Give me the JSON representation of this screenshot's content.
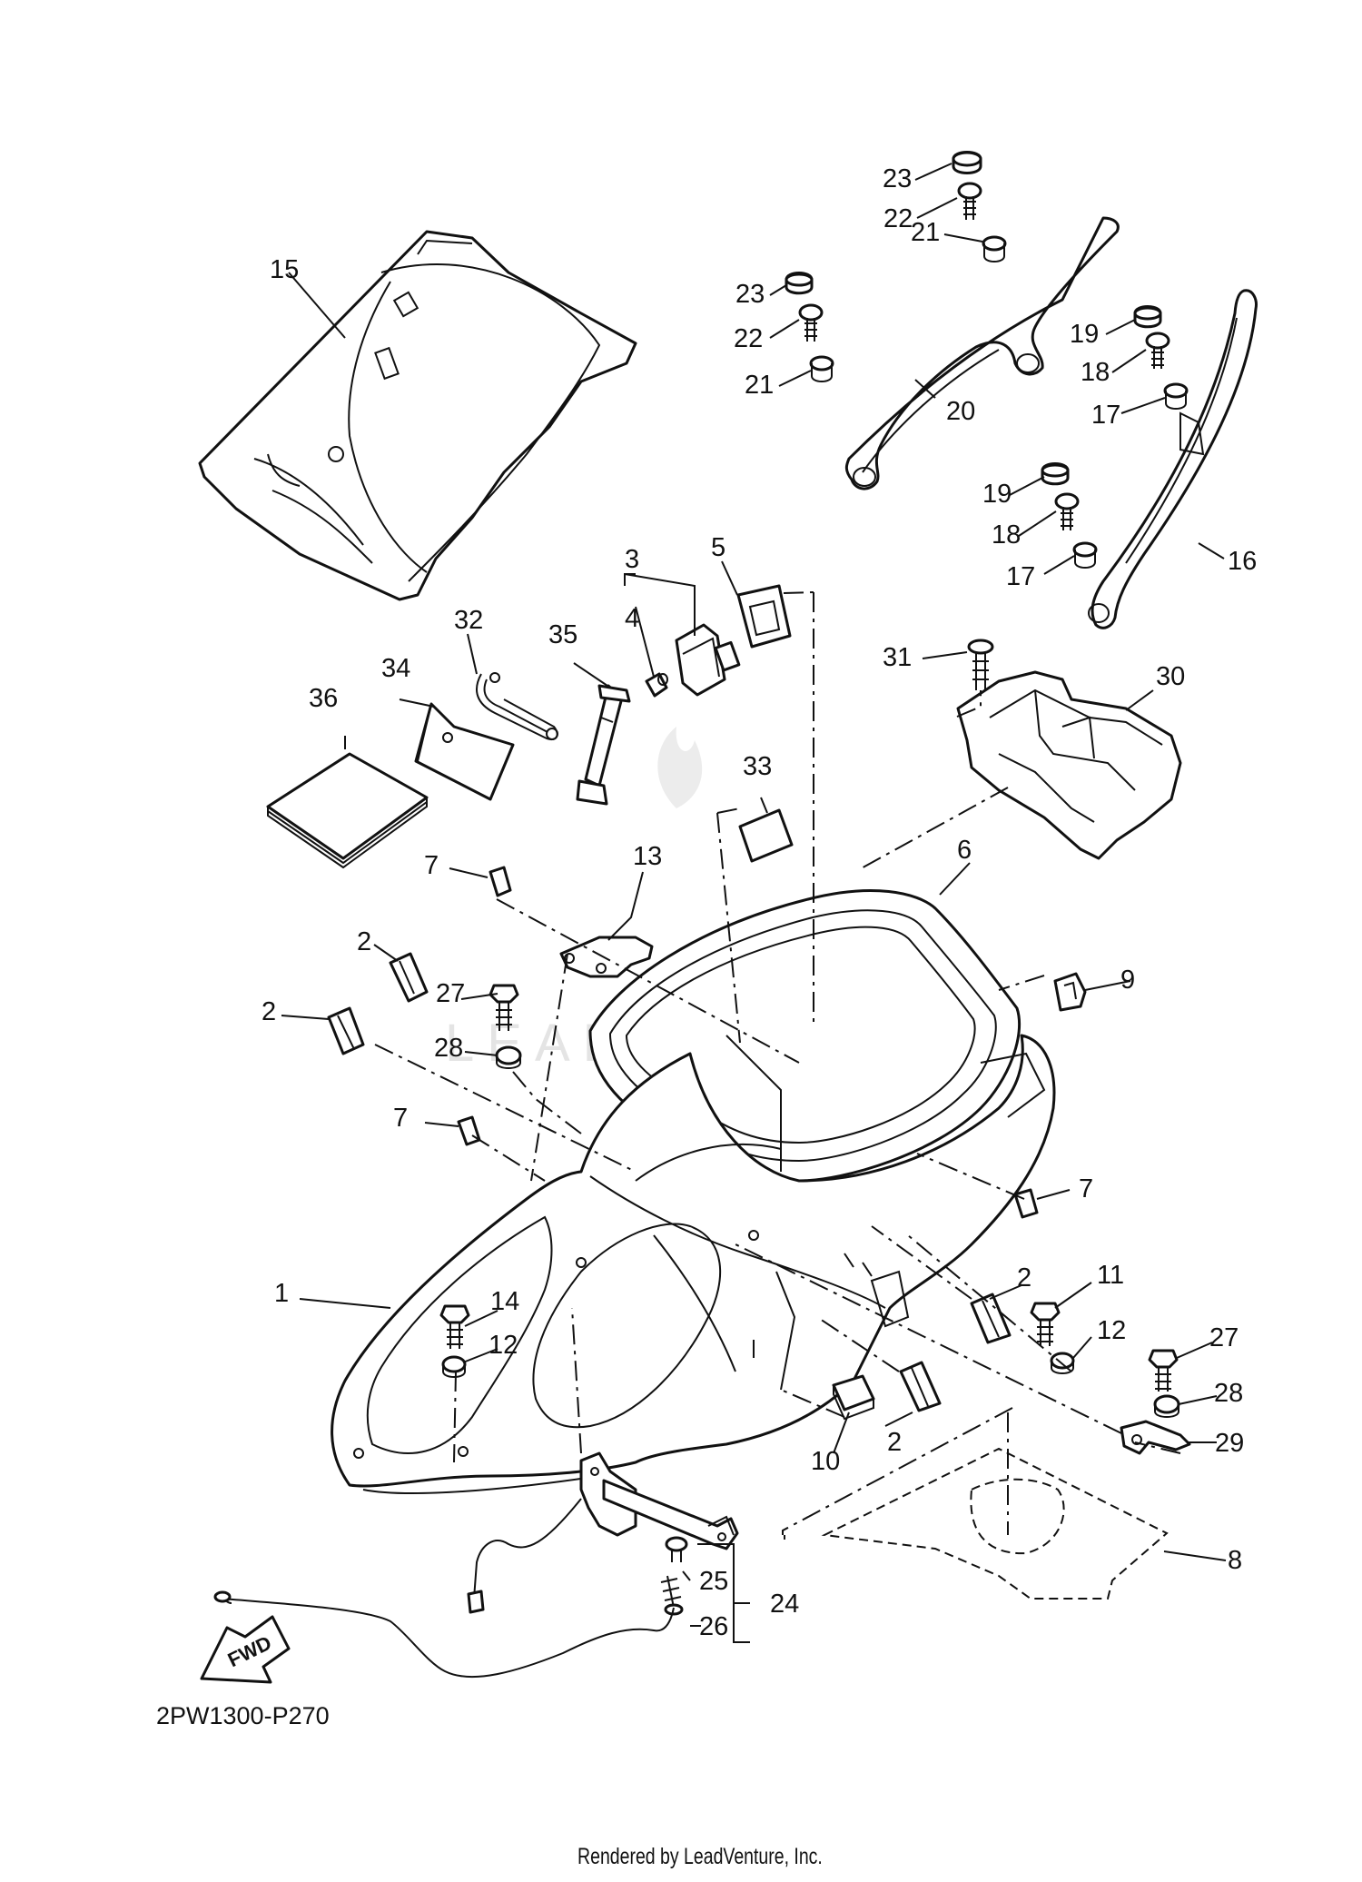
{
  "diagram": {
    "diagram_code": "2PW1300-P270",
    "rendered_by": "Rendered by LeadVenture, Inc.",
    "watermark": "LEADVENTURE",
    "fwd_label": "FWD",
    "callouts": [
      {
        "id": "c1",
        "text": "1"
      },
      {
        "id": "c2a",
        "text": "2"
      },
      {
        "id": "c2b",
        "text": "2"
      },
      {
        "id": "c2c",
        "text": "2"
      },
      {
        "id": "c2d",
        "text": "2"
      },
      {
        "id": "c3",
        "text": "3"
      },
      {
        "id": "c4",
        "text": "4"
      },
      {
        "id": "c5",
        "text": "5"
      },
      {
        "id": "c6",
        "text": "6"
      },
      {
        "id": "c7a",
        "text": "7"
      },
      {
        "id": "c7b",
        "text": "7"
      },
      {
        "id": "c7c",
        "text": "7"
      },
      {
        "id": "c8",
        "text": "8"
      },
      {
        "id": "c9",
        "text": "9"
      },
      {
        "id": "c10",
        "text": "10"
      },
      {
        "id": "c11",
        "text": "11"
      },
      {
        "id": "c12a",
        "text": "12"
      },
      {
        "id": "c12b",
        "text": "12"
      },
      {
        "id": "c13",
        "text": "13"
      },
      {
        "id": "c14",
        "text": "14"
      },
      {
        "id": "c15",
        "text": "15"
      },
      {
        "id": "c16",
        "text": "16"
      },
      {
        "id": "c17a",
        "text": "17"
      },
      {
        "id": "c17b",
        "text": "17"
      },
      {
        "id": "c18a",
        "text": "18"
      },
      {
        "id": "c18b",
        "text": "18"
      },
      {
        "id": "c19a",
        "text": "19"
      },
      {
        "id": "c19b",
        "text": "19"
      },
      {
        "id": "c20",
        "text": "20"
      },
      {
        "id": "c21a",
        "text": "21"
      },
      {
        "id": "c21b",
        "text": "21"
      },
      {
        "id": "c22a",
        "text": "22"
      },
      {
        "id": "c22b",
        "text": "22"
      },
      {
        "id": "c23a",
        "text": "23"
      },
      {
        "id": "c23b",
        "text": "23"
      },
      {
        "id": "c24",
        "text": "24"
      },
      {
        "id": "c25",
        "text": "25"
      },
      {
        "id": "c26",
        "text": "26"
      },
      {
        "id": "c27a",
        "text": "27"
      },
      {
        "id": "c27b",
        "text": "27"
      },
      {
        "id": "c28a",
        "text": "28"
      },
      {
        "id": "c28b",
        "text": "28"
      },
      {
        "id": "c29",
        "text": "29"
      },
      {
        "id": "c30",
        "text": "30"
      },
      {
        "id": "c31",
        "text": "31"
      },
      {
        "id": "c32",
        "text": "32"
      },
      {
        "id": "c33",
        "text": "33"
      },
      {
        "id": "c34",
        "text": "34"
      },
      {
        "id": "c35",
        "text": "35"
      },
      {
        "id": "c36",
        "text": "36"
      }
    ]
  }
}
